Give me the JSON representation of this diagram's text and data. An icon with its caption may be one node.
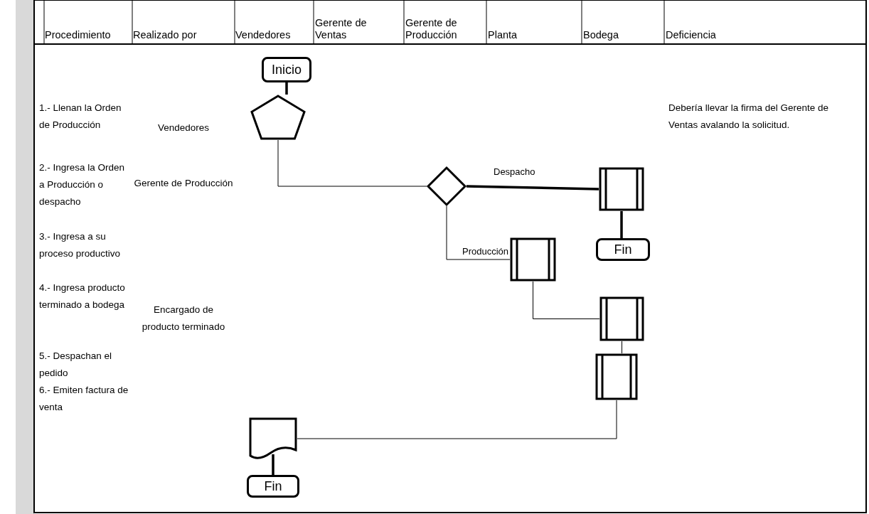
{
  "diagram": {
    "nodes": [
      {
        "text": [
          "Inicio"
        ]
      },
      {
        "text": [],
        "shape": "pentagon"
      },
      {
        "text": [],
        "shape": "diamond"
      },
      {
        "text": [],
        "shape": "box"
      },
      {
        "text": [
          "Fin"
        ]
      },
      {
        "text": [],
        "shape": "box"
      },
      {
        "text": [],
        "shape": "box"
      },
      {
        "text": [],
        "shape": "box"
      },
      {
        "text": [],
        "shape": "document"
      },
      {
        "text": [
          "Fin"
        ]
      }
    ],
    "edges": [
      {
        "from": 0,
        "to": 1,
        "arrow": "none",
        "style": "thick"
      },
      {
        "from": 1,
        "to": 2,
        "arrow": "none"
      },
      {
        "from": 2,
        "to": 3,
        "arrow": "none",
        "label": "Despacho",
        "style": "thick"
      },
      {
        "from": 3,
        "to": 4,
        "arrow": "none",
        "style": "thick"
      },
      {
        "from": 2,
        "to": 5,
        "arrow": "none",
        "label": "Producción"
      },
      {
        "from": 5,
        "to": 6,
        "arrow": "none"
      },
      {
        "from": 6,
        "to": 7,
        "arrow": "none"
      },
      {
        "from": 7,
        "to": 8,
        "arrow": "none"
      },
      {
        "from": 8,
        "to": 9,
        "arrow": "none",
        "style": "thick"
      }
    ],
    "labels": [
      "Procedimiento",
      "Realizado por",
      "Vendedores",
      "Gerente de Ventas",
      "Gerente de Producción",
      "Planta",
      "Bodega",
      "Deficiencia",
      "1.- Llenan la Orden de Producción",
      "2.- Ingresa la Orden a Producción o despacho",
      "3.- Ingresa a su proceso productivo",
      "4.- Ingresa producto terminado a bodega",
      "5.- Despachan el pedido",
      "6.- Emiten factura de venta",
      "Vendedores",
      "Gerente de Producción",
      "Encargado de producto terminado",
      "Debería llevar la firma del Gerente de Ventas avalando la solicitud."
    ]
  }
}
